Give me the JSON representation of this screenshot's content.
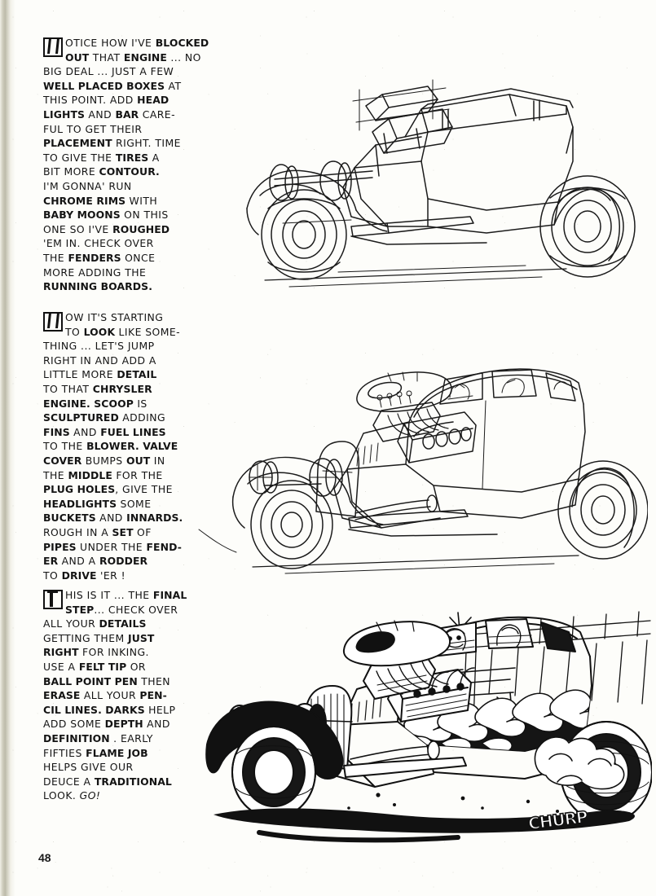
{
  "page": {
    "number": "48",
    "signature": "CHURP",
    "background_color": "#fdfdfa",
    "ink_color": "#141414"
  },
  "captions": [
    {
      "id": "step-1",
      "dropcap": "N",
      "lines": [
        "OTICE HOW I'VE <b>BLOCKED</b>",
        "<b>OUT</b> THAT <b>ENGINE</b> ... NO",
        "BIG DEAL ... JUST A FEW",
        "<b>WELL PLACED BOXES</b> AT",
        "THIS POINT. ADD <b>HEAD</b>",
        "<b>LIGHTS</b> AND <b>BAR</b> CARE-",
        "FUL TO GET THEIR",
        "<b>PLACEMENT</b> RIGHT. TIME",
        "TO GIVE THE <b>TIRES</b> A",
        "BIT MORE <b>CONTOUR.</b>",
        "I'M GONNA' RUN",
        "<b>CHROME RIMS</b> WITH",
        "<b>BABY MOONS</b> ON THIS",
        "ONE SO I'VE <b>ROUGHED</b>",
        "'EM IN. CHECK OVER",
        "THE <b>FENDERS</b> ONCE",
        "MORE ADDING THE",
        "<b>RUNNING BOARDS.</b>"
      ]
    },
    {
      "id": "step-2",
      "dropcap": "N",
      "lines": [
        "OW IT'S STARTING",
        "TO <b>LOOK</b> LIKE SOME-",
        "THING ... LET'S JUMP",
        "RIGHT IN AND ADD A",
        "LITTLE MORE <b>DETAIL</b>",
        "TO THAT <b>CHRYSLER</b>",
        "<b>ENGINE. SCOOP</b> IS",
        "<b>SCULPTURED</b> ADDING",
        "<b>FINS</b> AND <b>FUEL LINES</b>",
        "TO THE <b>BLOWER. VALVE</b>",
        "<b>COVER</b> BUMPS <b>OUT</b> IN",
        "THE <b>MIDDLE</b> FOR THE",
        "<b>PLUG HOLES</b>, GIVE THE",
        "<b>HEADLIGHTS</b> SOME",
        "<b>BUCKETS</b> AND <b>INNARDS.</b>",
        "ROUGH IN A <b>SET</b> OF",
        "<b>PIPES</b> UNDER THE <b>FEND-</b>",
        "<b>ER</b> AND A <b>RODDER</b>",
        "TO <b>DRIVE</b> 'ER !"
      ]
    },
    {
      "id": "step-3",
      "dropcap": "T",
      "lines": [
        "HIS IS IT ... THE <b>FINAL</b>",
        "<b>STEP</b>... CHECK OVER",
        "ALL YOUR <b>DETAILS</b>",
        "GETTING THEM <b>JUST</b>",
        "<b>RIGHT</b> FOR INKING.",
        "USE A <b>FELT TIP</b> OR",
        "<b>BALL POINT PEN</b> THEN",
        "<b>ERASE</b> ALL YOUR <b>PEN-</b>",
        "<b>CIL LINES. DARKS</b> HELP",
        "ADD SOME <b>DEPTH</b> AND",
        "<b>DEFINITION</b> . EARLY",
        "FIFTIES <b>FLAME JOB</b>",
        "HELPS GIVE OUR",
        "DEUCE A <b>TRADITIONAL</b>",
        "LOOK. <i>GO!</i>"
      ]
    }
  ],
  "illustrations": [
    {
      "id": "illustration-step-1",
      "title": "Blocked-out pencil construction of hot rod",
      "style": "loose pencil line drawing, no shading",
      "subject": "1932 Ford Deuce coupe hot rod, three-quarter front view",
      "elements": [
        "blocked engine boxes",
        "headlights",
        "headlight bar",
        "chrome rims",
        "baby moons",
        "fenders",
        "running board",
        "contoured tires",
        "ground shadow line"
      ]
    },
    {
      "id": "illustration-step-2",
      "title": "Detailed pencil drawing with Chrysler engine",
      "style": "tighter pencil line drawing, outlines only",
      "subject": "1932 Ford Deuce coupe hot rod with blown Chrysler Hemi",
      "elements": [
        "sculptured scoop with fins",
        "fuel lines",
        "blower",
        "valve cover with plug holes",
        "headlight buckets and innards",
        "exhaust pipes under fender",
        "rodder driver at wheel",
        "running board",
        "ground shadow line"
      ]
    },
    {
      "id": "illustration-step-3",
      "title": "Final inked drawing with flame job",
      "style": "finished pen and ink with solid blacks and hatching",
      "subject": "Finished 1932 Ford Deuce hot rod burning out",
      "elements": [
        "early fifties flame job",
        "solid black darks",
        "chrome highlights and stars",
        "tire smoke clouds",
        "speed lines",
        "driver in window",
        "blown Chrysler engine",
        "cast shadow",
        "artist signature"
      ]
    }
  ]
}
